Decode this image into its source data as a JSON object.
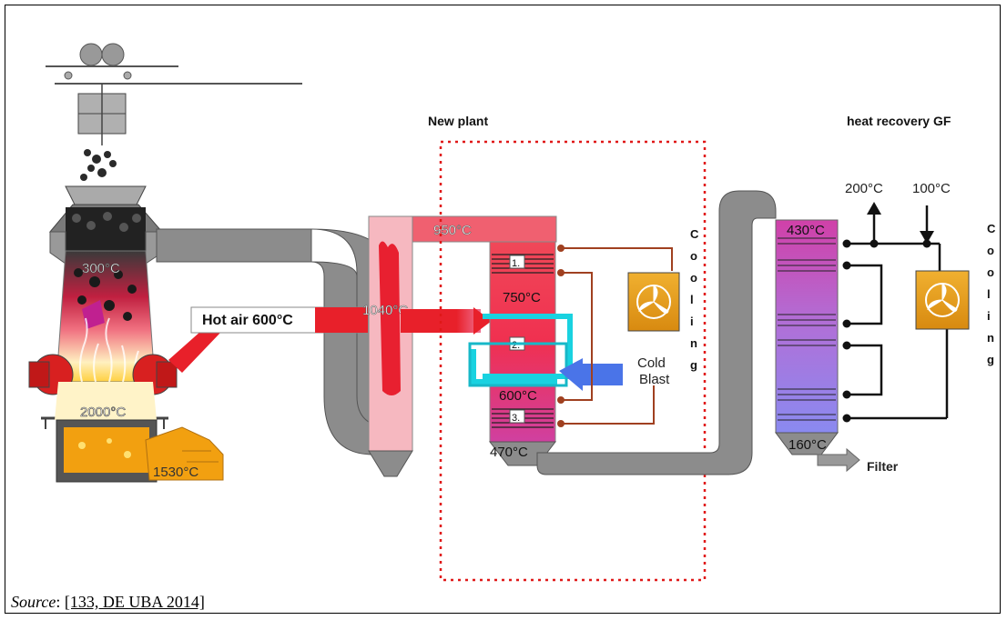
{
  "labels": {
    "new_plant": "New plant",
    "heat_recovery": "heat recovery GF",
    "hot_air": "Hot air 600°C",
    "cold_blast_line1": "Cold",
    "cold_blast_line2": "Blast",
    "filter": "Filter",
    "cooling_left": [
      "C",
      "o",
      "o",
      "l",
      "i",
      "n",
      "g"
    ],
    "cooling_right": [
      "C",
      "o",
      "o",
      "l",
      "i",
      "n",
      "g"
    ],
    "stage1": "1.",
    "stage2": "2.",
    "stage3": "3."
  },
  "temperatures": {
    "t300": "300°C",
    "t2000": "2000°C",
    "t1530": "1530°C",
    "t1040": "1040°C",
    "t950": "950°C",
    "t750": "750°C",
    "t600": "600°C",
    "t470": "470°C",
    "t430": "430°C",
    "t160": "160°C",
    "t200": "200°C",
    "t100": "100°C"
  },
  "source": {
    "prefix": "Source",
    "separator": ": ",
    "reference": "[133, DE UBA 2014]"
  },
  "colors": {
    "duct": "#8c8c8c",
    "hot_red": "#e8202a",
    "dashed_red": "#e01818",
    "cyan": "#19d2e0",
    "blue_arrow": "#4a74e8",
    "fan_orange": "#e8a020",
    "recovery_top": "#d040a8",
    "recovery_bottom": "#8a8af0"
  }
}
